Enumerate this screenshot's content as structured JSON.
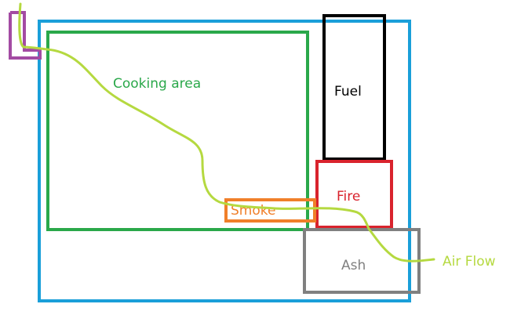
{
  "diagram": {
    "labels": {
      "cooking_area": "Cooking area",
      "fuel": "Fuel",
      "fire": "Fire",
      "smoke": "Smoke",
      "ash": "Ash",
      "air_flow": "Air Flow"
    },
    "colors": {
      "outer_box": "#1a9fd9",
      "cooking_area": "#2aa84a",
      "fuel": "#000000",
      "fire": "#d9232d",
      "smoke": "#f07f2a",
      "ash": "#808080",
      "chimney": "#a34ba3",
      "air_flow": "#b5d940"
    }
  }
}
